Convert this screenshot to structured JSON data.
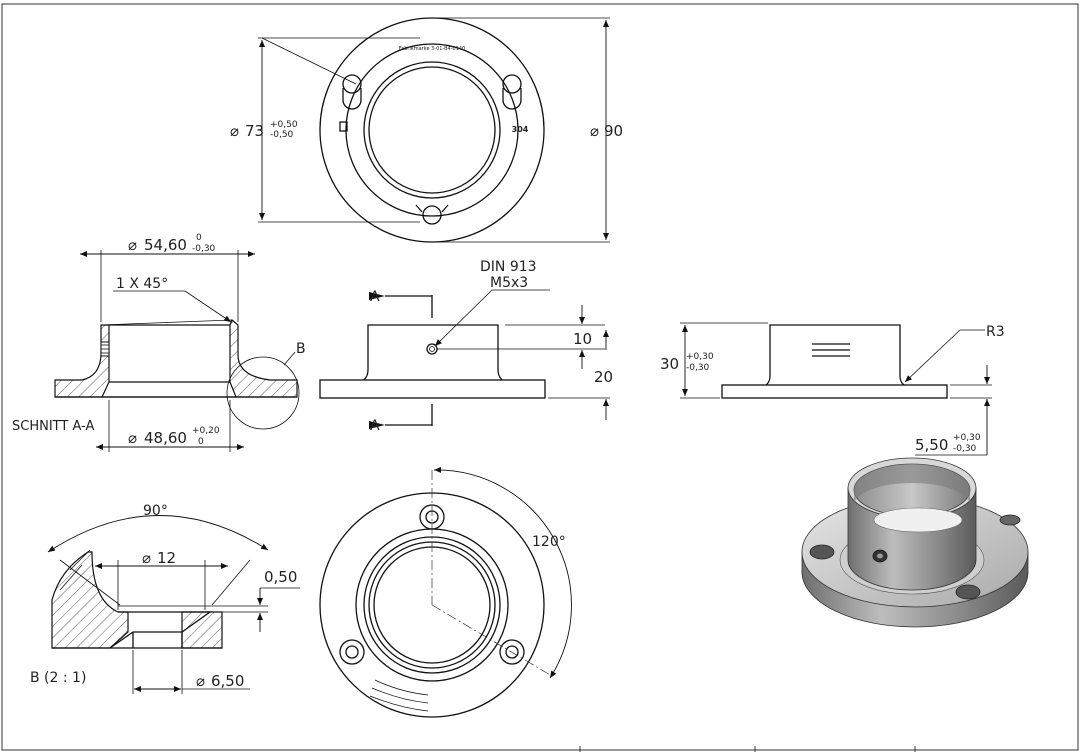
{
  "top_view": {
    "dia_outer": "90",
    "dia_bolt": "73",
    "tol_bolt_up": "+0,50",
    "tol_bolt_low": "-0,50",
    "engrave_text": "Fabrikmarke 3-01-B4-0140",
    "engrave_mark": "304"
  },
  "section": {
    "title": "SCHNITT A-A",
    "dia_outer": "54,60",
    "tol_outer_up": "0",
    "tol_outer_low": "-0,30",
    "chamfer": "1 X 45°",
    "detail_ref": "B",
    "dia_inner": "48,60",
    "tol_inner_up": "+0,20",
    "tol_inner_low": "0"
  },
  "front_view": {
    "section_label": "A",
    "screw_std": "DIN 913",
    "screw_size": "M5x3",
    "dim_hole": "10",
    "dim_collar": "20"
  },
  "side_view": {
    "height": "30",
    "tol_h_up": "+0,30",
    "tol_h_low": "-0,30",
    "radius": "R3",
    "flange_thk": "5,50",
    "tol_f_up": "+0,30",
    "tol_f_low": "-0,30"
  },
  "detail_b": {
    "angle": "90°",
    "dia_counter": "12",
    "depth": "0,50",
    "dia_hole": "6,50",
    "label": "B (2 : 1)"
  },
  "bottom_view": {
    "angle": "120°"
  },
  "symbols": {
    "diameter": "⌀"
  }
}
